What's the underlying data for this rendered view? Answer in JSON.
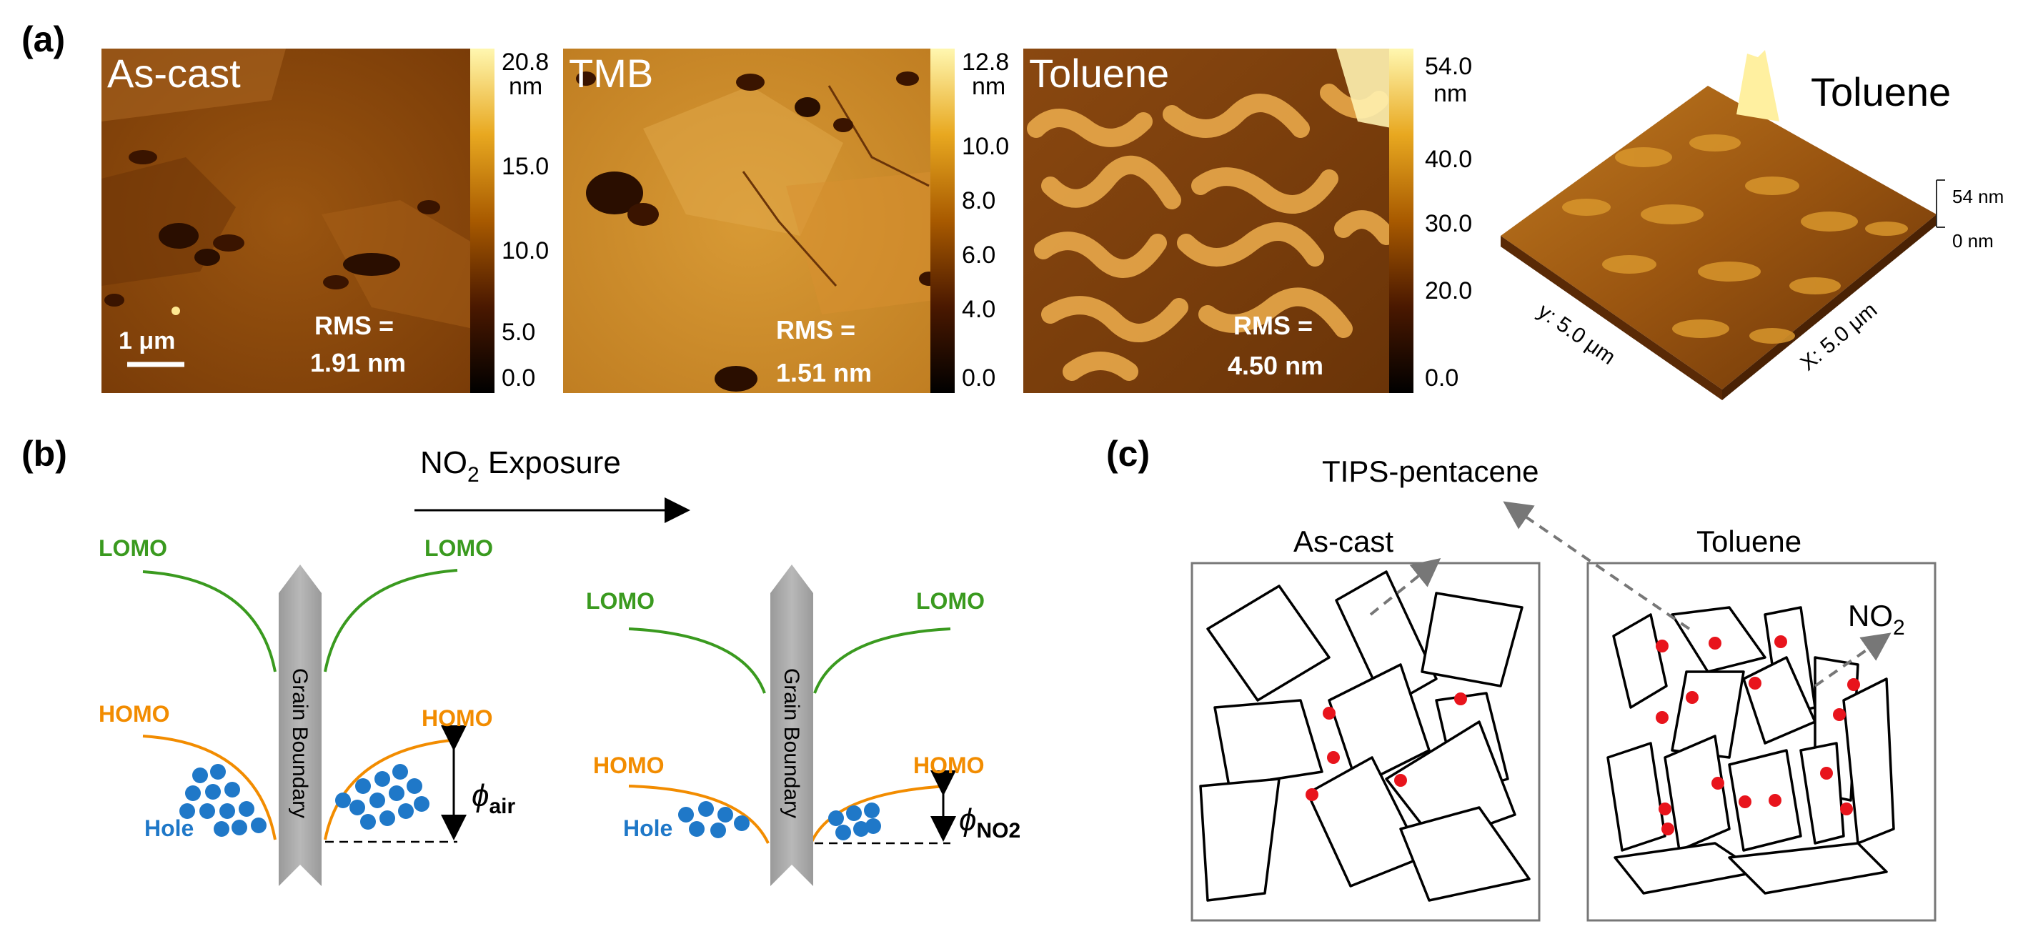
{
  "panel_a": {
    "label": "(a)",
    "images": [
      {
        "title": "As-cast",
        "scale_bar": "1 μm",
        "rms_line1": "RMS =",
        "rms_line2": "1.91 nm",
        "colorbar": {
          "max": "20.8",
          "unit": "nm",
          "ticks": [
            "15.0",
            "10.0",
            "5.0",
            "0.0"
          ]
        }
      },
      {
        "title": "TMB",
        "rms_line1": "RMS =",
        "rms_line2": "1.51 nm",
        "colorbar": {
          "max": "12.8",
          "unit": "nm",
          "ticks": [
            "10.0",
            "8.0",
            "6.0",
            "4.0",
            "0.0"
          ]
        }
      },
      {
        "title": "Toluene",
        "rms_line1": "RMS =",
        "rms_line2": "4.50 nm",
        "colorbar": {
          "max": "54.0",
          "unit": "nm",
          "ticks": [
            "40.0",
            "30.0",
            "20.0",
            "0.0"
          ]
        }
      }
    ],
    "view3d": {
      "title": "Toluene",
      "z_top": "54 nm",
      "z_bottom": "0 nm",
      "y_axis": "y: 5.0 μm",
      "x_axis": "X: 5.0 μm"
    }
  },
  "panel_b": {
    "label": "(b)",
    "exposure": "NO",
    "exposure_sub": "2",
    "exposure_rest": " Exposure",
    "left": {
      "lomo_left": "LOMO",
      "lomo_right": "LOMO",
      "homo_left": "HOMO",
      "homo_right": "HOMO",
      "grain": "Grain Boundary",
      "hole": "Hole",
      "phi": "ϕ",
      "phi_sub": "air"
    },
    "right": {
      "lomo_left": "LOMO",
      "lomo_right": "LOMO",
      "homo_left": "HOMO",
      "homo_right": "HOMO",
      "grain": "Grain Boundary",
      "hole": "Hole",
      "phi": "ϕ",
      "phi_sub": "NO2"
    }
  },
  "panel_c": {
    "label": "(c)",
    "molecule": "TIPS-pentacene",
    "left_title": "As-cast",
    "right_title": "Toluene",
    "gas": "NO",
    "gas_sub": "2"
  },
  "colors": {
    "lomo": "#3a9a1f",
    "homo": "#f28c00",
    "hole": "#1f78c8",
    "grain": "#a9a9a9",
    "dot": "#e8141c"
  }
}
